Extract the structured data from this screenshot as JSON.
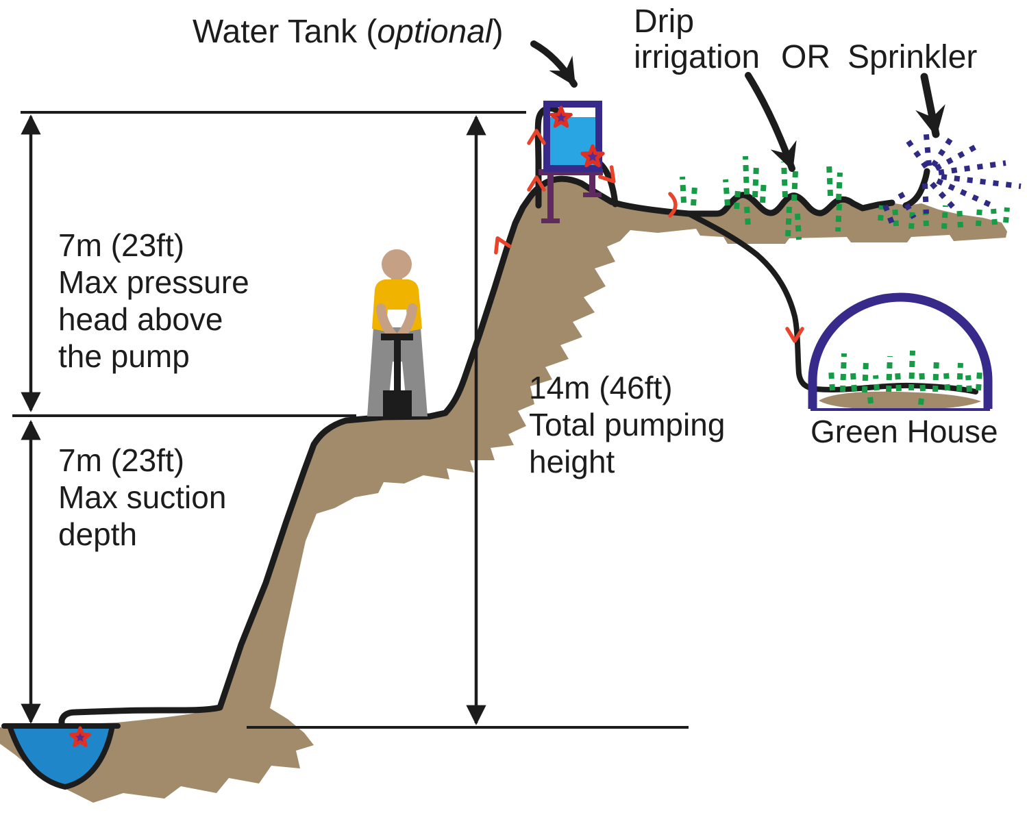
{
  "labels": {
    "water_tank": {
      "pre": "Water Tank (",
      "emph": "optional",
      "post": ")"
    },
    "drip": {
      "line1": "Drip",
      "line2": "irrigation"
    },
    "or": "OR",
    "sprinkler": "Sprinkler",
    "greenhouse": "Green House"
  },
  "measurements": {
    "pressure_head": {
      "value": "7m (23ft)",
      "line1": "Max pressure",
      "line2": "head above",
      "line3": "the pump"
    },
    "suction_depth": {
      "value": "7m (23ft)",
      "line1": "Max suction",
      "line2": "depth"
    },
    "pumping_height": {
      "value": "14m (46ft)",
      "line1": "Total pumping",
      "line2": "height"
    }
  },
  "icons": {
    "measure_arrow": "black-triangle-arrowhead",
    "label_arrow": "black-stealth-arrowhead",
    "flow_arrow": "red-chevron",
    "connection_marker": "red-purple-star",
    "plant": "green-dashed-sprig",
    "spray": "blue-dotted-spray"
  },
  "colors": {
    "line_black": "#1c1c1c",
    "terrain": "#a28b6a",
    "pond_water": "#1e86c9",
    "tank_water": "#2aa5e3",
    "indigo": "#372a8a",
    "green": "#179b46",
    "spray_blue": "#312a85",
    "red_text": "#e8251d",
    "flow_red": "#e8432b",
    "star_fill": "#5a2c90",
    "star_stroke": "#e03024",
    "stand_purple": "#5e2a60",
    "skin": "#c5a084",
    "shirt": "#f0b400",
    "pants": "#8a8a8a"
  }
}
